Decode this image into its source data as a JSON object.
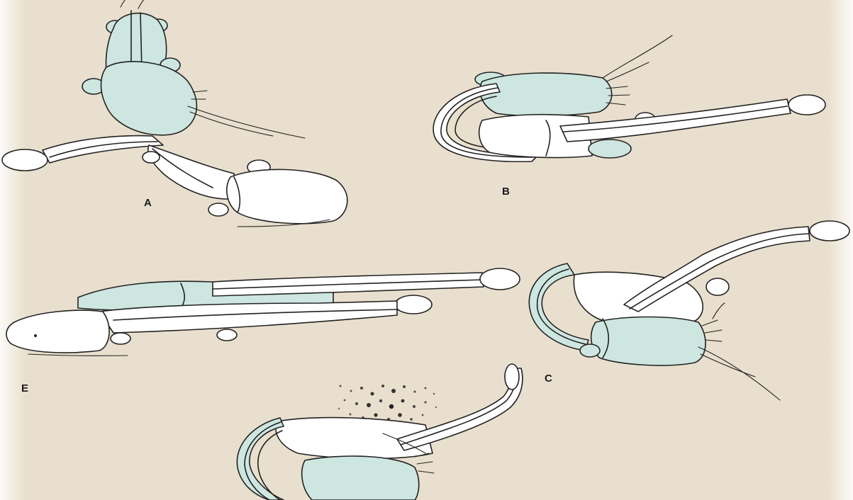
{
  "figure": {
    "background_color": "#e9dfce",
    "body_tint_color": "#cde6e0",
    "outline_color": "#222222",
    "panel_labels": {
      "a": "A",
      "b": "B",
      "c": "C",
      "e": "E"
    }
  }
}
